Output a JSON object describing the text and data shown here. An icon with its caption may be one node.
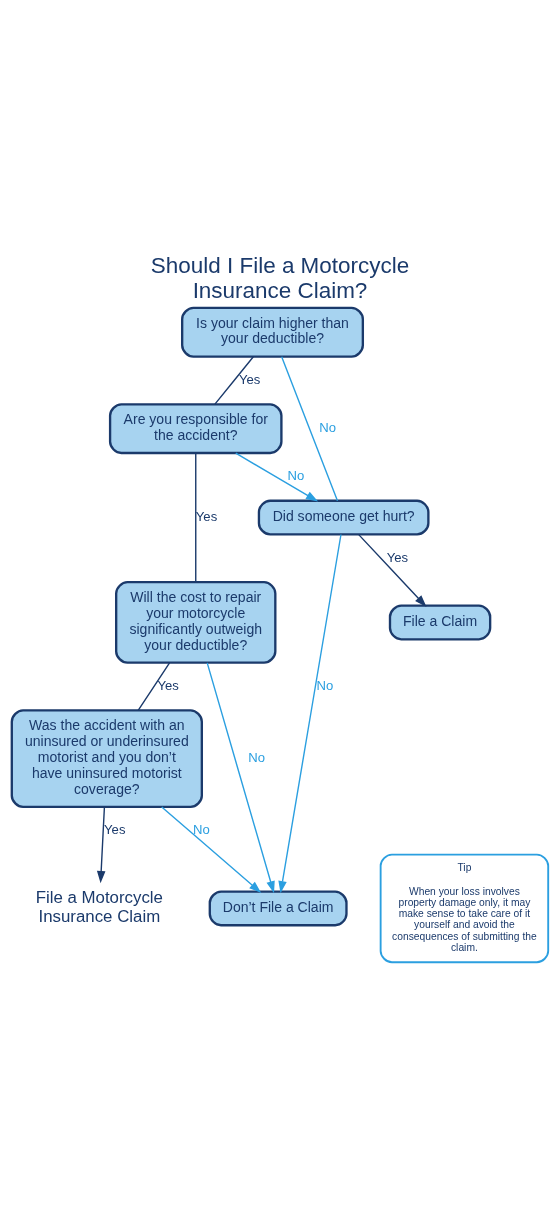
{
  "diagram": {
    "title": "Should I File a Motorcycle Insurance Claim?",
    "nodes": [
      {
        "text": [
          "Is your claim higher than your deductible?"
        ]
      },
      {
        "text": [
          "Are you responsible for the accident?"
        ]
      },
      {
        "text": [
          "Did someone get hurt?"
        ]
      },
      {
        "text": [
          "Will the cost to repair your motorcycle significantly outweigh your deductible?"
        ]
      },
      {
        "text": [
          "File a Claim"
        ]
      },
      {
        "text": [
          "Don’t File a Claim"
        ]
      },
      {
        "text": [
          "Was the accident with an uninsured or underinsured motorist and you don’t have uninsured motorist coverage?"
        ]
      },
      {
        "text": [
          "File a Motorcycle Insurance Claim"
        ]
      },
      {
        "text": [
          "Tip",
          "When your loss involves property damage only, it may make sense to take care of it yourself and avoid the consequences of submitting the claim."
        ]
      }
    ],
    "edges": [
      {
        "from": 0,
        "to": 1,
        "label": "Yes",
        "arrow": "none",
        "color": "#1b3a6b"
      },
      {
        "from": 0,
        "to": 2,
        "label": "No",
        "arrow": "none",
        "color": "#2b9fe0"
      },
      {
        "from": 1,
        "to": 3,
        "label": "Yes",
        "arrow": "none",
        "color": "#1b3a6b"
      },
      {
        "from": 1,
        "to": 2,
        "label": "No",
        "arrow": "to",
        "color": "#2b9fe0"
      },
      {
        "from": 2,
        "to": 4,
        "label": "Yes",
        "arrow": "to",
        "color": "#1b3a6b"
      },
      {
        "from": 2,
        "to": 5,
        "label": "No",
        "arrow": "to",
        "color": "#2b9fe0"
      },
      {
        "from": 3,
        "to": 6,
        "label": "Yes",
        "arrow": "none",
        "color": "#1b3a6b"
      },
      {
        "from": 3,
        "to": 5,
        "label": "No",
        "arrow": "to",
        "color": "#2b9fe0"
      },
      {
        "from": 6,
        "to": 7,
        "label": "Yes",
        "arrow": "to",
        "color": "#1b3a6b"
      },
      {
        "from": 6,
        "to": 5,
        "label": "No",
        "arrow": "to",
        "color": "#2b9fe0"
      }
    ]
  }
}
